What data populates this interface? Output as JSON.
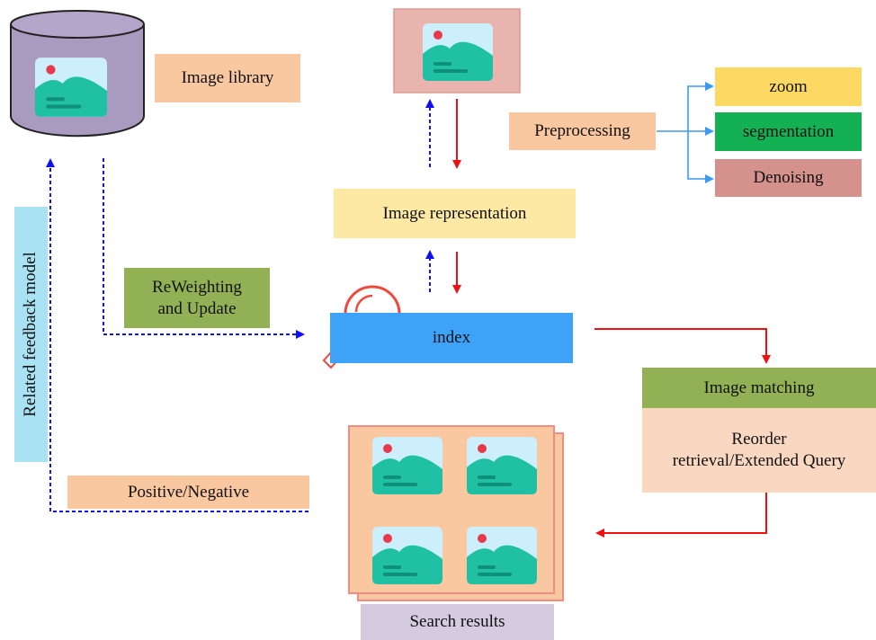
{
  "colors": {
    "peach": "#f9c7a0",
    "cream": "#fde9a3",
    "olive": "#92b155",
    "blue": "#3ea3f8",
    "lightblue": "#a8e2f3",
    "lavender": "#d5cbe0",
    "pink": "#e9b4ae",
    "yellow": "#fdd964",
    "green": "#14b154",
    "rose": "#d5928c",
    "arrow_red": "#f01010",
    "arrow_blue": "#1010f0",
    "arrow_lightblue": "#3a9cf0"
  },
  "nodes": {
    "image_library": "Image library",
    "preprocessing": "Preprocessing",
    "zoom": "zoom",
    "segmentation": "segmentation",
    "denoising": "Denoising",
    "image_representation": "Image representation",
    "reweighting_line1": "ReWeighting",
    "reweighting_line2": "and Update",
    "index": "index",
    "image_matching": "Image matching",
    "reorder_line1": "Reorder",
    "reorder_line2": "retrieval/Extended Query",
    "related_feedback_model": "Related feedback model",
    "positive_negative": "Positive/Negative",
    "search_results": "Search results"
  },
  "icons": {
    "database": "database-icon",
    "image": "image-icon",
    "magnifier": "magnifier-icon"
  }
}
